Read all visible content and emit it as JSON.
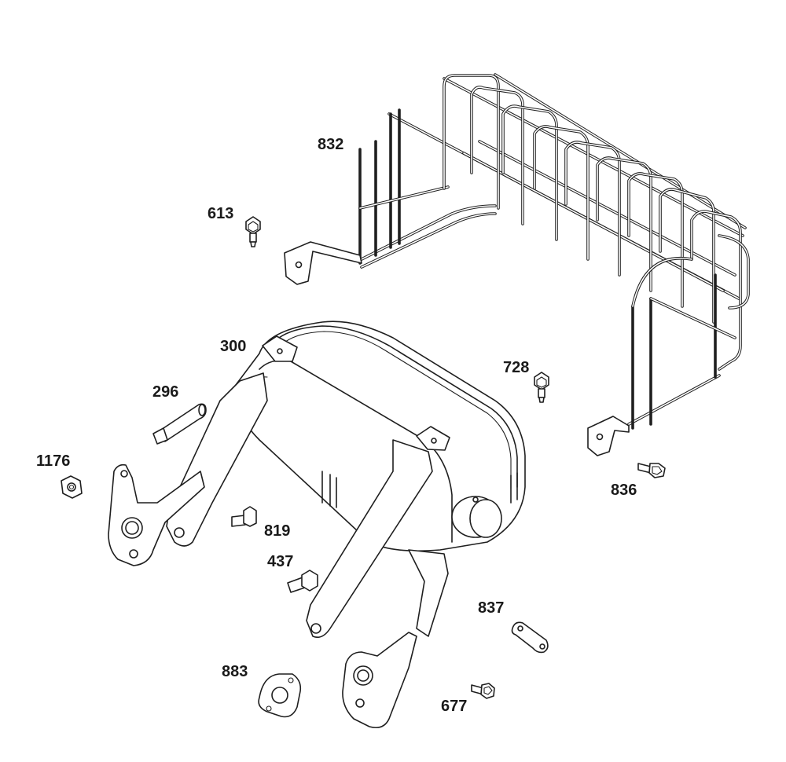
{
  "diagram": {
    "callouts": [
      {
        "id": "832",
        "label": "832"
      },
      {
        "id": "613",
        "label": "613"
      },
      {
        "id": "300",
        "label": "300"
      },
      {
        "id": "728",
        "label": "728"
      },
      {
        "id": "296",
        "label": "296"
      },
      {
        "id": "1176",
        "label": "1176"
      },
      {
        "id": "836",
        "label": "836"
      },
      {
        "id": "819",
        "label": "819"
      },
      {
        "id": "437",
        "label": "437"
      },
      {
        "id": "837",
        "label": "837"
      },
      {
        "id": "883",
        "label": "883"
      },
      {
        "id": "677",
        "label": "677"
      }
    ]
  }
}
